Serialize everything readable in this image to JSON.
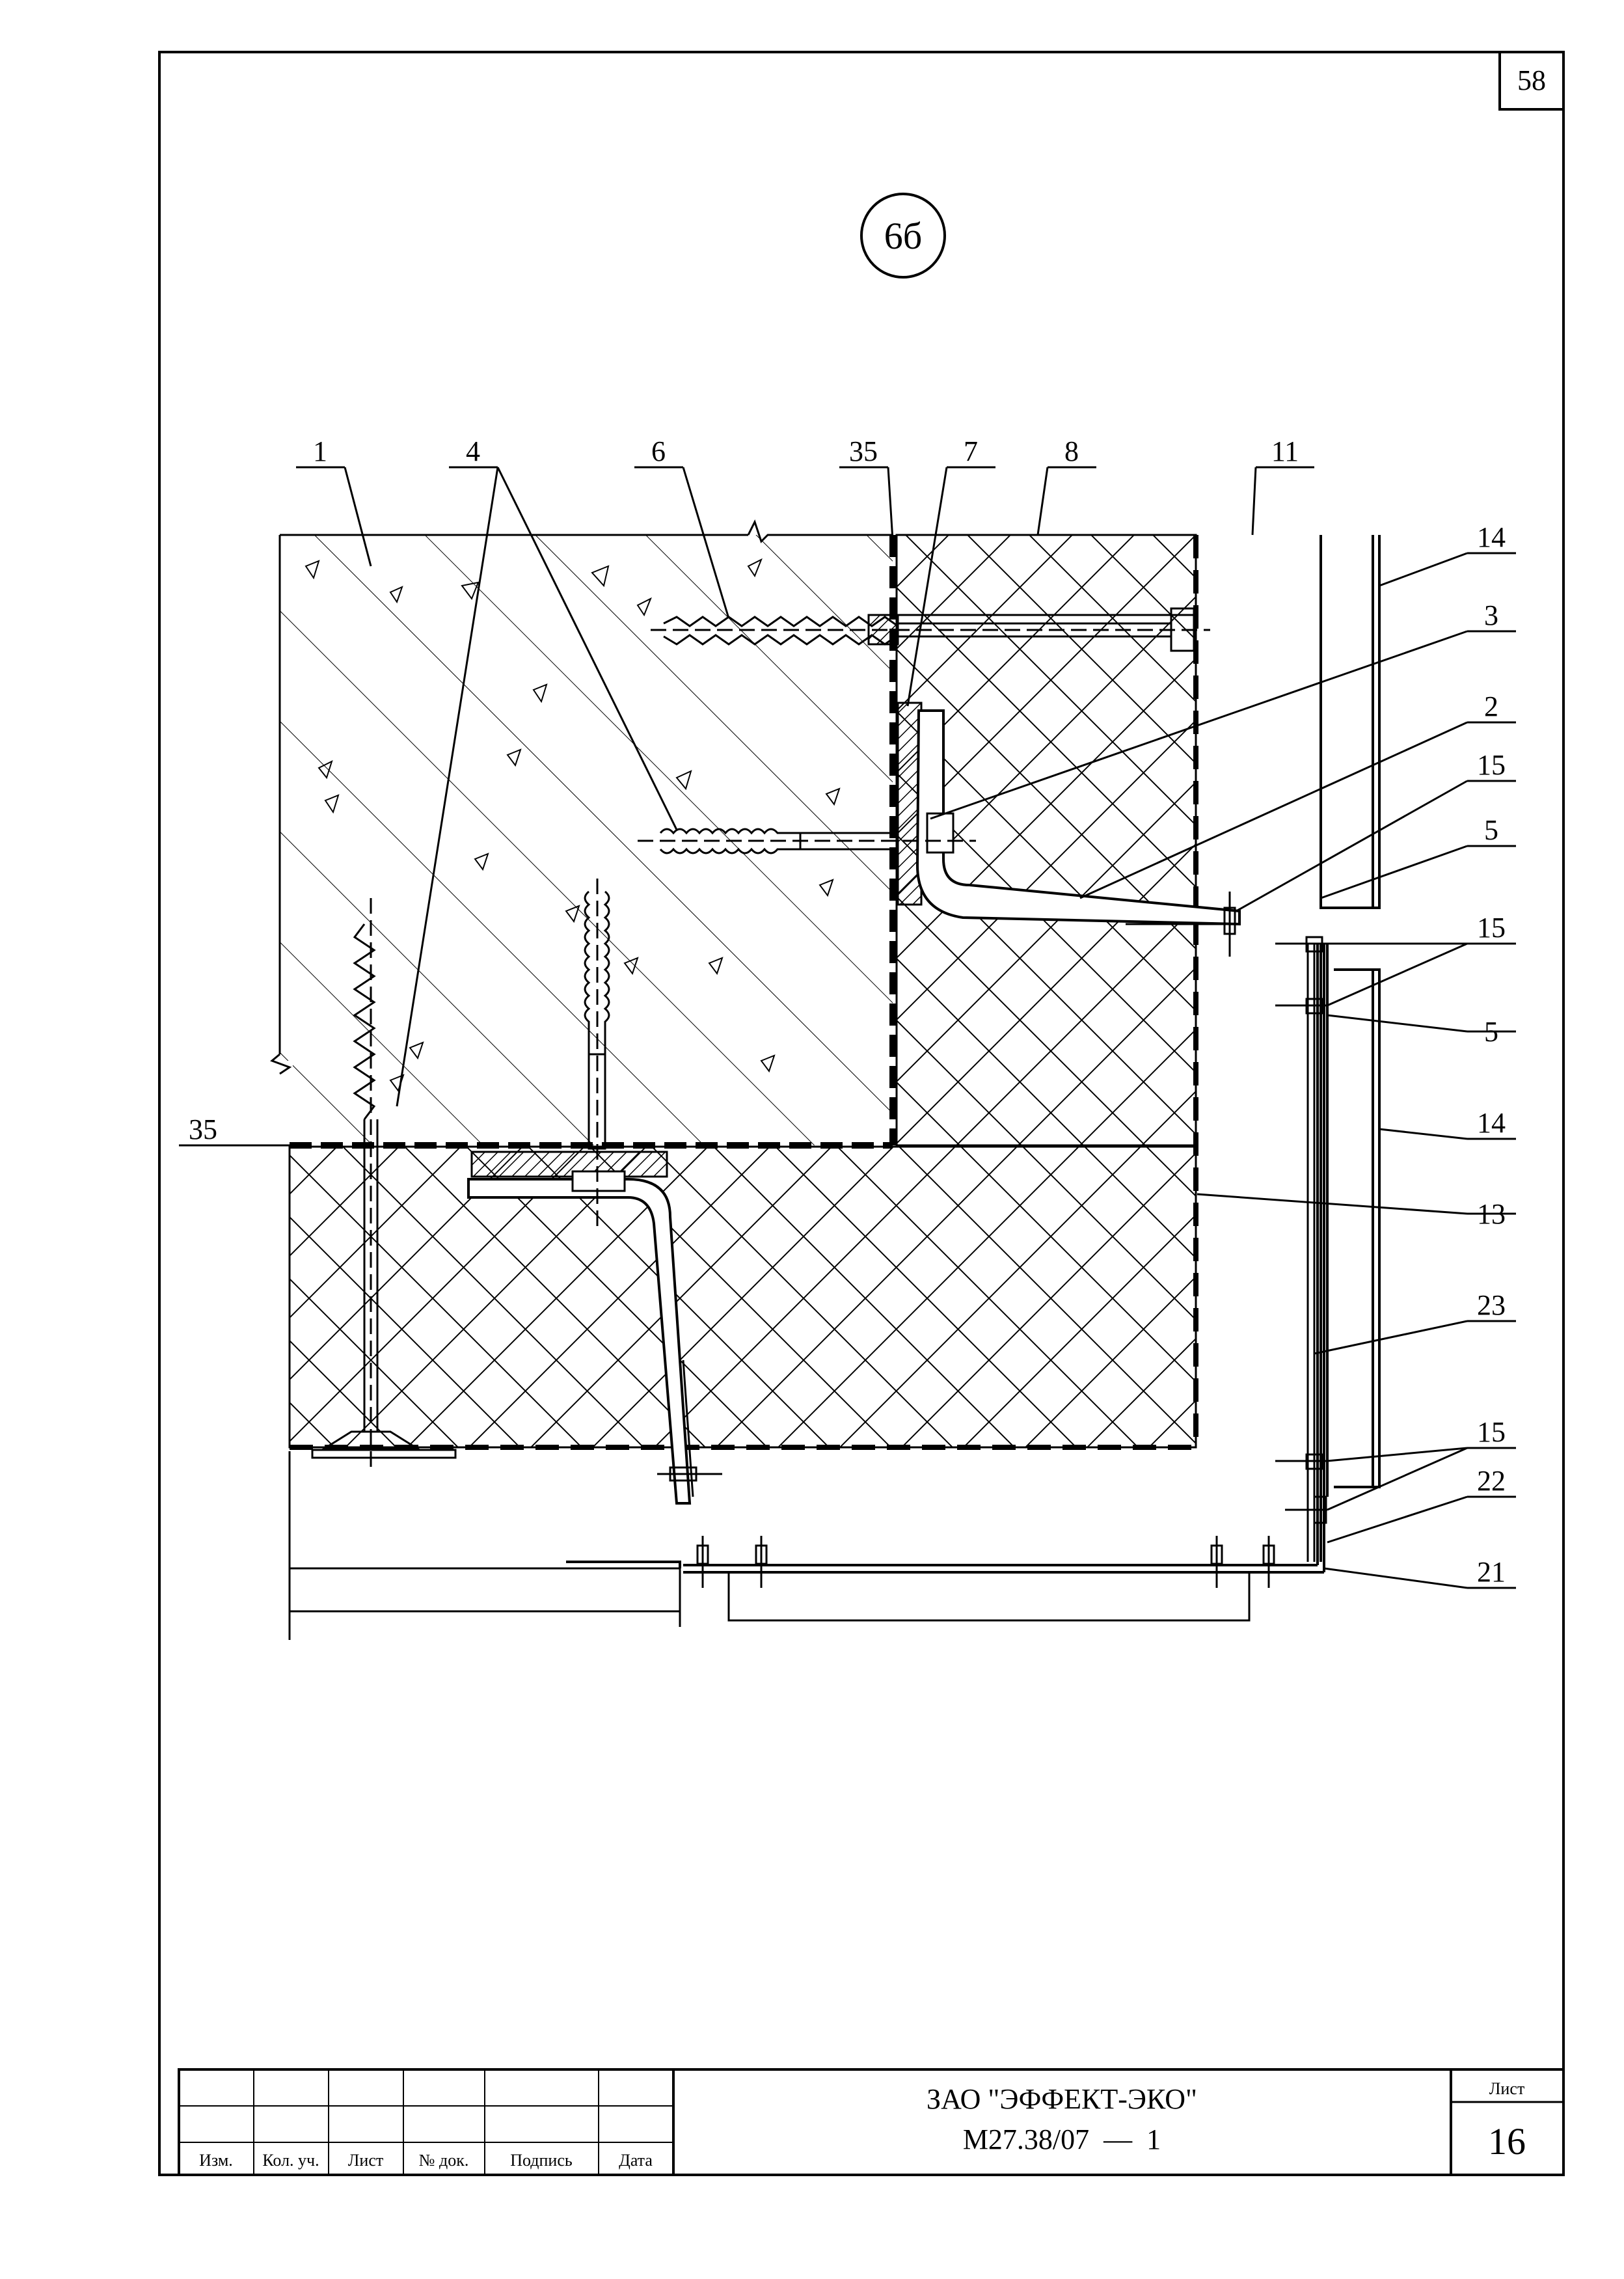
{
  "sheet_number_top": "58",
  "detail_marker": "6б",
  "callouts": {
    "c1": "1",
    "c4": "4",
    "c6": "6",
    "c35_top": "35",
    "c7": "7",
    "c8": "8",
    "c11": "11",
    "c14_top": "14",
    "c3": "3",
    "c2": "2",
    "c15_a": "15",
    "c5_a": "5",
    "c15_b": "15",
    "c5_b": "5",
    "c35_left": "35",
    "c14_b": "14",
    "c13": "13",
    "c23": "23",
    "c15_c": "15",
    "c22": "22",
    "c21": "21"
  },
  "title_block": {
    "col_headers": [
      "Изм.",
      "Кол. уч.",
      "Лист",
      "№ док.",
      "Подпись",
      "Дата"
    ],
    "company": "ЗАО \"ЭФФЕКТ-ЭКО\"",
    "doc_code": "М27.38/07  —  1",
    "sheet_label": "Лист",
    "sheet_value": "16"
  }
}
